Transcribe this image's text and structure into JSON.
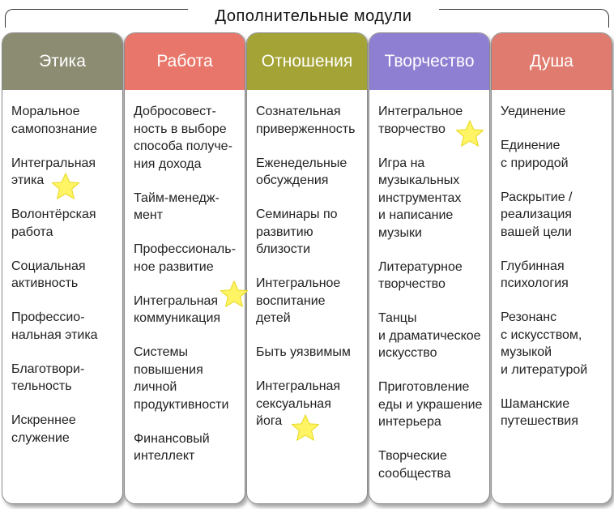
{
  "title": "Дополнительные модули",
  "colors": {
    "ethics": "#8c8c72",
    "work": "#e9766a",
    "relations": "#a4a336",
    "creativity": "#8f7fd2",
    "soul": "#e07b6f",
    "star": "#fff463"
  },
  "columns": [
    {
      "name": "Этика",
      "items": [
        "Моральное\nсамопознание",
        "Интегральная\nэтика",
        "Волонтёрская\nработа",
        "Социальная\nактивность",
        "Профессио-\nнальная этика",
        "Благотвори-\nтельность",
        "Искреннее\nслужение"
      ]
    },
    {
      "name": "Работа",
      "items": [
        "Добросовест-\nность в выборе\nспособа получе-\nния дохода",
        "Тайм-менедж-\nмент",
        "Профессиональ-\nное развитие",
        "Интегральная\nкоммуникация",
        "Системы\nповышения\nличной\nпродуктивности",
        "Финансовый\nинтеллект"
      ]
    },
    {
      "name": "Отношения",
      "items": [
        "Сознательная\nприверженность",
        "Еженедельные\nобсуждения",
        "Семинары по\nразвитию\nблизости",
        "Интегральное\nвоспитание\nдетей",
        "Быть уязвимым",
        "Интегральная\nсексуальная\nйога"
      ]
    },
    {
      "name": "Творчество",
      "items": [
        "Интегральное\nтворчество",
        "Игра на\nмузыкальных\nинструментах\nи написание\nмузыки",
        "Литературное\nтворчество",
        "Танцы\nи драматическое\nискусство",
        "Приготовление\nеды и украшение\nинтерьера",
        "Творческие\nсообщества"
      ]
    },
    {
      "name": "Душа",
      "items": [
        "Уединение",
        "Единение\nс природой",
        "Раскрытие /\nреализация\nвашей цели",
        "Глубинная\nпсихология",
        "Резонанс\nс искусством,\nмузыкой\nи литературой",
        "Шаманские\nпутешествия"
      ]
    }
  ]
}
